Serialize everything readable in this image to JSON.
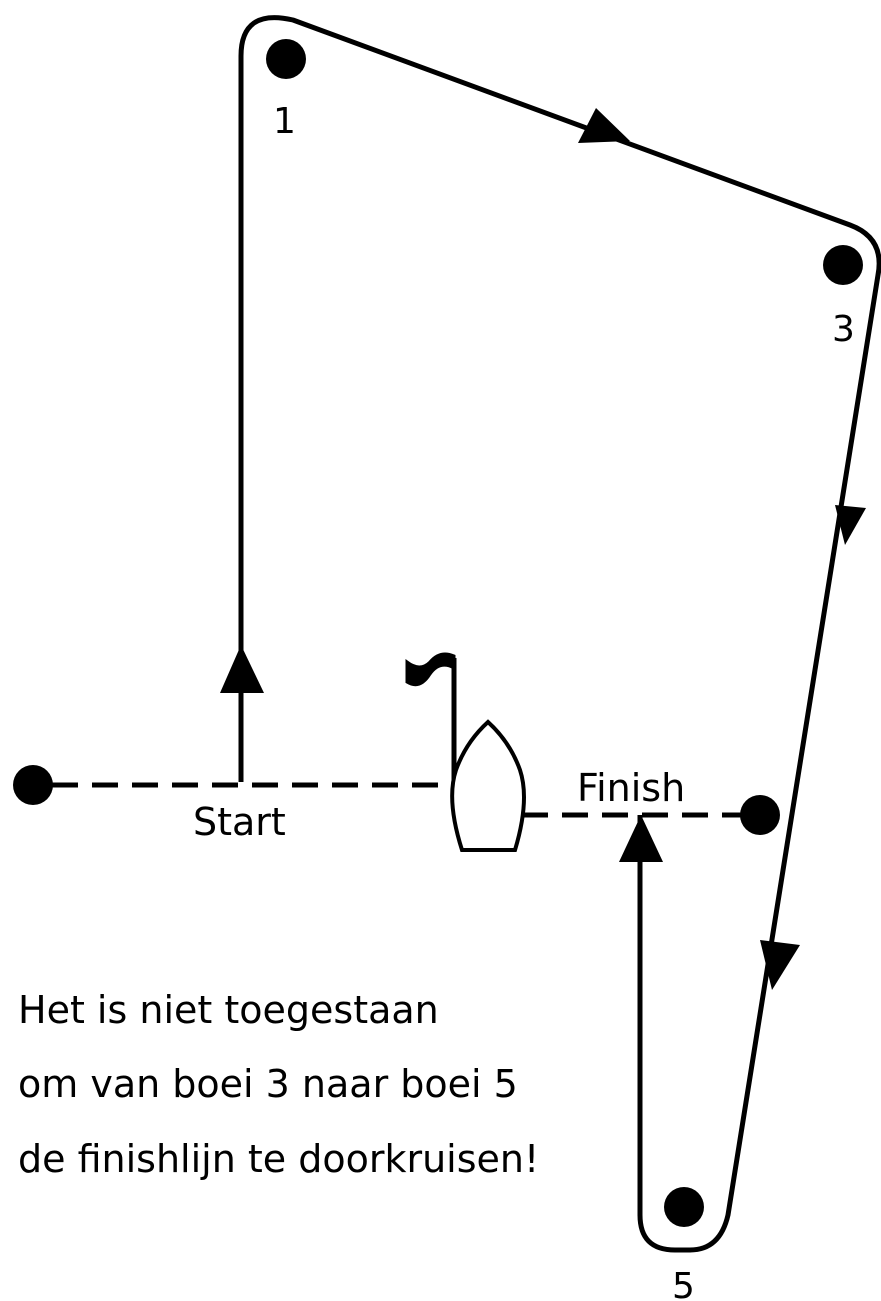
{
  "buoys": [
    {
      "id": "1",
      "label": "1"
    },
    {
      "id": "3",
      "label": "3"
    },
    {
      "id": "5",
      "label": "5"
    }
  ],
  "lines": {
    "start_label": "Start",
    "finish_label": "Finish"
  },
  "note": {
    "line1": "Het is niet toegestaan",
    "line2": "om van boei 3 naar boei 5",
    "line3": "de finishlijn te doorkruisen!"
  },
  "colors": {
    "ink": "#000000",
    "background": "#ffffff"
  },
  "icons": [
    "buoy-icon",
    "flag-icon",
    "committee-boat-icon",
    "direction-arrow-icon"
  ]
}
